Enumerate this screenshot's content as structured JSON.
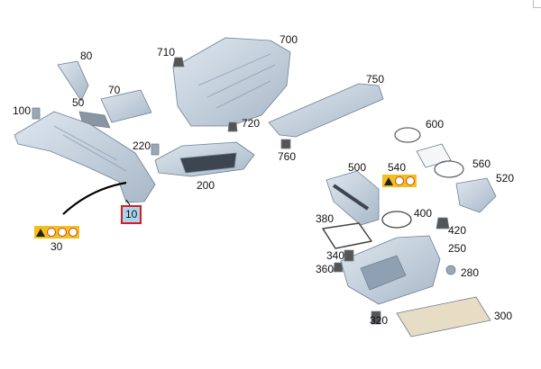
{
  "labels": {
    "p10": "10",
    "p30": "30",
    "p50": "50",
    "p70": "70",
    "p80": "80",
    "p100": "100",
    "p200": "200",
    "p220": "220",
    "p250": "250",
    "p280": "280",
    "p300": "300",
    "p320": "320",
    "p340": "340",
    "p360": "360",
    "p380": "380",
    "p400": "400",
    "p420": "420",
    "p500": "500",
    "p520": "520",
    "p540": "540",
    "p560": "560",
    "p600": "600",
    "p700": "700",
    "p710": "710",
    "p720": "720",
    "p750": "750",
    "p760": "760"
  },
  "highlighted_part": "10",
  "colors": {
    "part_fill": "#c5d3e0",
    "part_stroke": "#6e7f91",
    "highlight_bg": "#a9d6ee",
    "highlight_border": "#e2161c",
    "warning_label": "#f3c11b"
  },
  "icons": [
    "warning-triangle-icon",
    "prohibition-icon",
    "hand-warning-icon"
  ]
}
